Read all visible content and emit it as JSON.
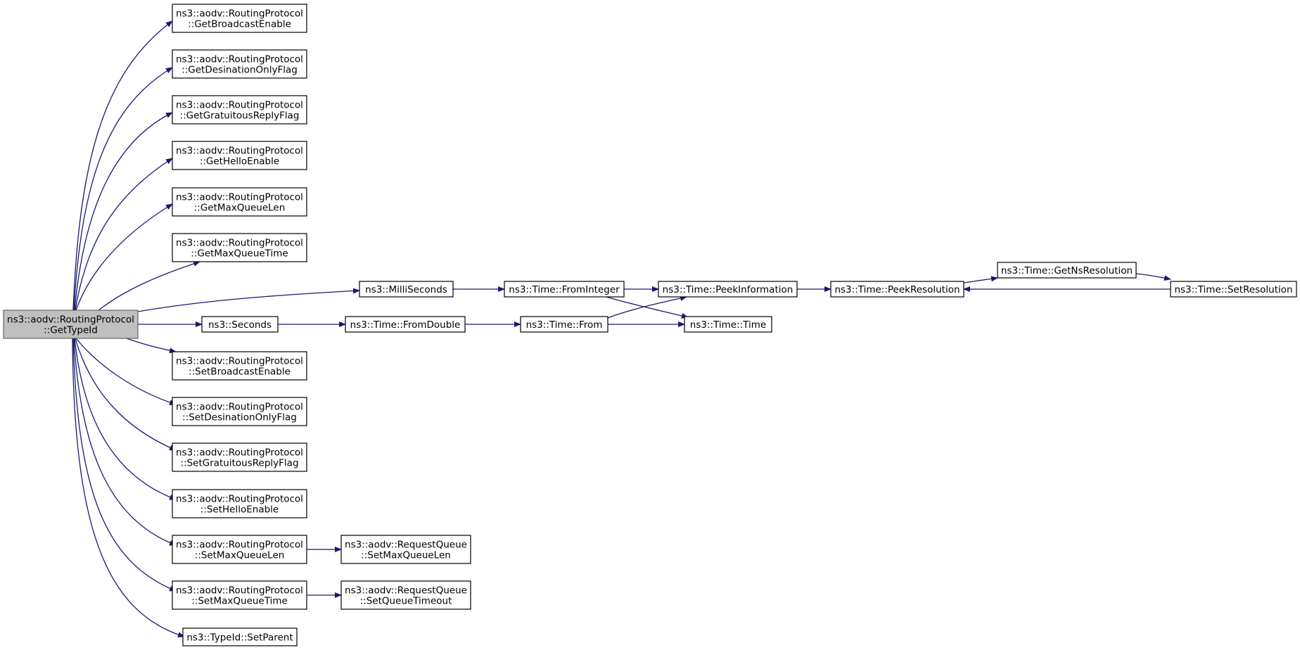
{
  "graph": {
    "colors": {
      "edge": "#191970",
      "node_fill": "#ffffff",
      "root_fill": "#bfbfbf",
      "node_border": "#000000"
    },
    "nodes": [
      {
        "id": "get-type-id",
        "root": true,
        "lines": [
          "ns3::aodv::RoutingProtocol",
          "::GetTypeId"
        ]
      },
      {
        "id": "get-broadcast-enable",
        "lines": [
          "ns3::aodv::RoutingProtocol",
          "::GetBroadcastEnable"
        ]
      },
      {
        "id": "get-desination-only-flag",
        "lines": [
          "ns3::aodv::RoutingProtocol",
          "::GetDesinationOnlyFlag"
        ]
      },
      {
        "id": "get-gratuitous-reply-flag",
        "lines": [
          "ns3::aodv::RoutingProtocol",
          "::GetGratuitousReplyFlag"
        ]
      },
      {
        "id": "get-hello-enable",
        "lines": [
          "ns3::aodv::RoutingProtocol",
          "::GetHelloEnable"
        ]
      },
      {
        "id": "get-max-queue-len",
        "lines": [
          "ns3::aodv::RoutingProtocol",
          "::GetMaxQueueLen"
        ]
      },
      {
        "id": "get-max-queue-time",
        "lines": [
          "ns3::aodv::RoutingProtocol",
          "::GetMaxQueueTime"
        ]
      },
      {
        "id": "milli-seconds",
        "lines": [
          "ns3::MilliSeconds"
        ]
      },
      {
        "id": "seconds",
        "lines": [
          "ns3::Seconds"
        ]
      },
      {
        "id": "set-broadcast-enable",
        "lines": [
          "ns3::aodv::RoutingProtocol",
          "::SetBroadcastEnable"
        ]
      },
      {
        "id": "set-desination-only-flag",
        "lines": [
          "ns3::aodv::RoutingProtocol",
          "::SetDesinationOnlyFlag"
        ]
      },
      {
        "id": "set-gratuitous-reply-flag",
        "lines": [
          "ns3::aodv::RoutingProtocol",
          "::SetGratuitousReplyFlag"
        ]
      },
      {
        "id": "set-hello-enable",
        "lines": [
          "ns3::aodv::RoutingProtocol",
          "::SetHelloEnable"
        ]
      },
      {
        "id": "set-max-queue-len",
        "lines": [
          "ns3::aodv::RoutingProtocol",
          "::SetMaxQueueLen"
        ]
      },
      {
        "id": "set-max-queue-time",
        "lines": [
          "ns3::aodv::RoutingProtocol",
          "::SetMaxQueueTime"
        ]
      },
      {
        "id": "set-parent",
        "lines": [
          "ns3::TypeId::SetParent"
        ]
      },
      {
        "id": "from-integer",
        "lines": [
          "ns3::Time::FromInteger"
        ]
      },
      {
        "id": "from-double",
        "lines": [
          "ns3::Time::FromDouble"
        ]
      },
      {
        "id": "rq-set-max-queue-len",
        "lines": [
          "ns3::aodv::RequestQueue",
          "::SetMaxQueueLen"
        ]
      },
      {
        "id": "rq-set-queue-timeout",
        "lines": [
          "ns3::aodv::RequestQueue",
          "::SetQueueTimeout"
        ]
      },
      {
        "id": "peek-information",
        "lines": [
          "ns3::Time::PeekInformation"
        ]
      },
      {
        "id": "time-time",
        "lines": [
          "ns3::Time::Time"
        ]
      },
      {
        "id": "time-from",
        "lines": [
          "ns3::Time::From"
        ]
      },
      {
        "id": "peek-resolution",
        "lines": [
          "ns3::Time::PeekResolution"
        ]
      },
      {
        "id": "get-ns-resolution",
        "lines": [
          "ns3::Time::GetNsResolution"
        ]
      },
      {
        "id": "set-resolution",
        "lines": [
          "ns3::Time::SetResolution"
        ]
      }
    ],
    "edges": [
      {
        "from": "get-type-id",
        "to": "get-broadcast-enable"
      },
      {
        "from": "get-type-id",
        "to": "get-desination-only-flag"
      },
      {
        "from": "get-type-id",
        "to": "get-gratuitous-reply-flag"
      },
      {
        "from": "get-type-id",
        "to": "get-hello-enable"
      },
      {
        "from": "get-type-id",
        "to": "get-max-queue-len"
      },
      {
        "from": "get-type-id",
        "to": "get-max-queue-time"
      },
      {
        "from": "get-type-id",
        "to": "milli-seconds"
      },
      {
        "from": "get-type-id",
        "to": "seconds"
      },
      {
        "from": "get-type-id",
        "to": "set-broadcast-enable"
      },
      {
        "from": "get-type-id",
        "to": "set-desination-only-flag"
      },
      {
        "from": "get-type-id",
        "to": "set-gratuitous-reply-flag"
      },
      {
        "from": "get-type-id",
        "to": "set-hello-enable"
      },
      {
        "from": "get-type-id",
        "to": "set-max-queue-len"
      },
      {
        "from": "get-type-id",
        "to": "set-max-queue-time"
      },
      {
        "from": "get-type-id",
        "to": "set-parent"
      },
      {
        "from": "milli-seconds",
        "to": "from-integer"
      },
      {
        "from": "seconds",
        "to": "from-double"
      },
      {
        "from": "set-max-queue-len",
        "to": "rq-set-max-queue-len"
      },
      {
        "from": "set-max-queue-time",
        "to": "rq-set-queue-timeout"
      },
      {
        "from": "from-integer",
        "to": "peek-information"
      },
      {
        "from": "from-integer",
        "to": "time-time"
      },
      {
        "from": "from-double",
        "to": "time-from"
      },
      {
        "from": "time-from",
        "to": "peek-information"
      },
      {
        "from": "time-from",
        "to": "time-time"
      },
      {
        "from": "peek-information",
        "to": "peek-resolution"
      },
      {
        "from": "peek-resolution",
        "to": "get-ns-resolution"
      },
      {
        "from": "get-ns-resolution",
        "to": "set-resolution"
      },
      {
        "from": "set-resolution",
        "to": "peek-resolution"
      }
    ]
  }
}
